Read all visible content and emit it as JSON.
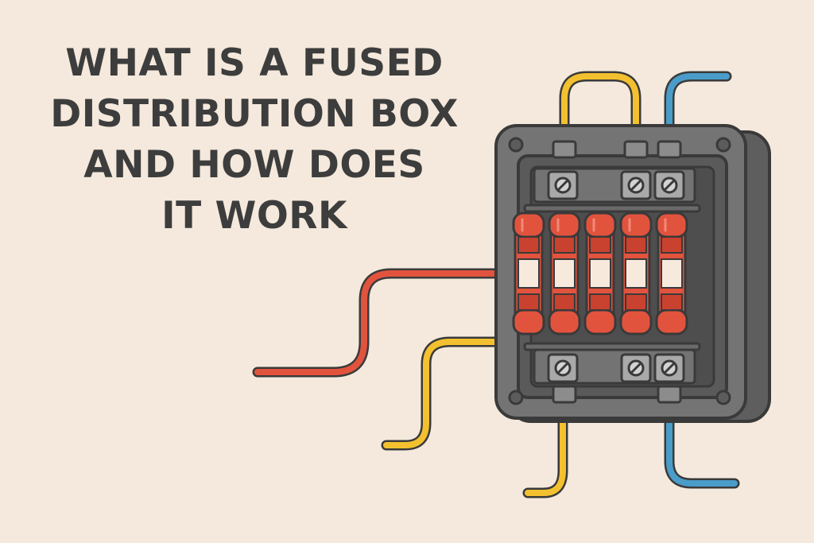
{
  "title": {
    "lines": [
      "WHAT IS A FUSED",
      "DISTRIBUTION BOX",
      "AND HOW DOES",
      "IT WORK"
    ]
  },
  "illustration": {
    "subject": "fused-distribution-box",
    "fuse_count": 5,
    "wire_colors": {
      "red": "#e2533e",
      "yellow": "#f3c02f",
      "blue": "#4a9cc9"
    },
    "colors": {
      "background": "#f4e9dc",
      "box": "#707070",
      "box_inner": "#555555",
      "outline": "#3a3a3a",
      "fuse_body": "#e2533e",
      "fuse_band": "#f7eadc",
      "terminal": "#a9a9a9",
      "text": "#3d3d3d"
    }
  }
}
